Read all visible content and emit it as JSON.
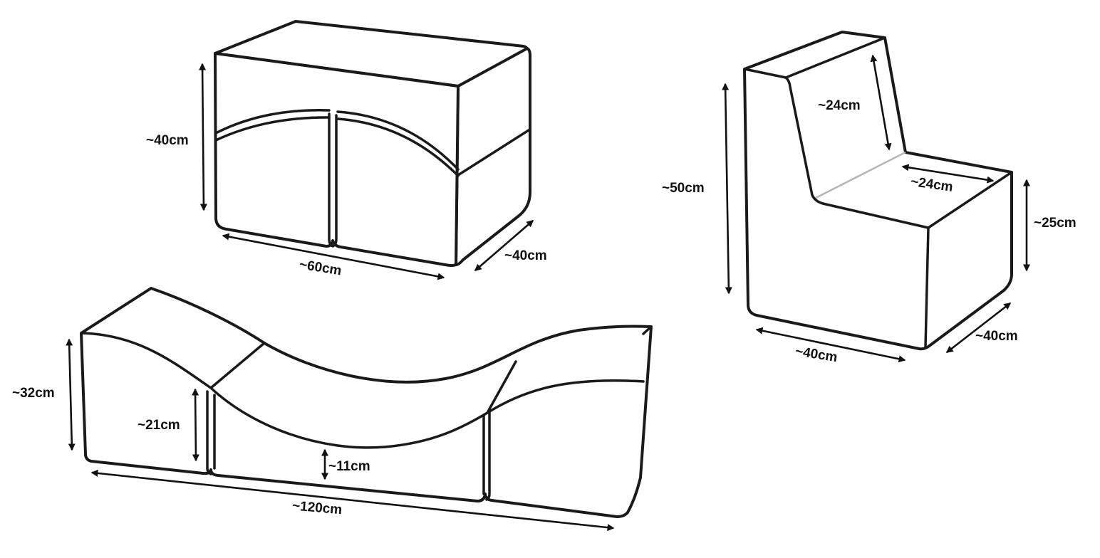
{
  "pieces": [
    {
      "id": "arch-cube",
      "dimensions": [
        {
          "id": "height",
          "label": "~40cm"
        },
        {
          "id": "width",
          "label": "~60cm"
        },
        {
          "id": "depth",
          "label": "~40cm"
        }
      ]
    },
    {
      "id": "chair",
      "dimensions": [
        {
          "id": "total-height",
          "label": "~50cm"
        },
        {
          "id": "back-height",
          "label": "~24cm"
        },
        {
          "id": "seat-depth",
          "label": "~24cm"
        },
        {
          "id": "seat-height",
          "label": "~25cm"
        },
        {
          "id": "width",
          "label": "~40cm"
        },
        {
          "id": "depth",
          "label": "~40cm"
        }
      ]
    },
    {
      "id": "wave-lounger",
      "dimensions": [
        {
          "id": "end-height",
          "label": "~32cm"
        },
        {
          "id": "side-height",
          "label": "~21cm"
        },
        {
          "id": "center-height",
          "label": "~11cm"
        },
        {
          "id": "length",
          "label": "~120cm"
        }
      ]
    }
  ]
}
